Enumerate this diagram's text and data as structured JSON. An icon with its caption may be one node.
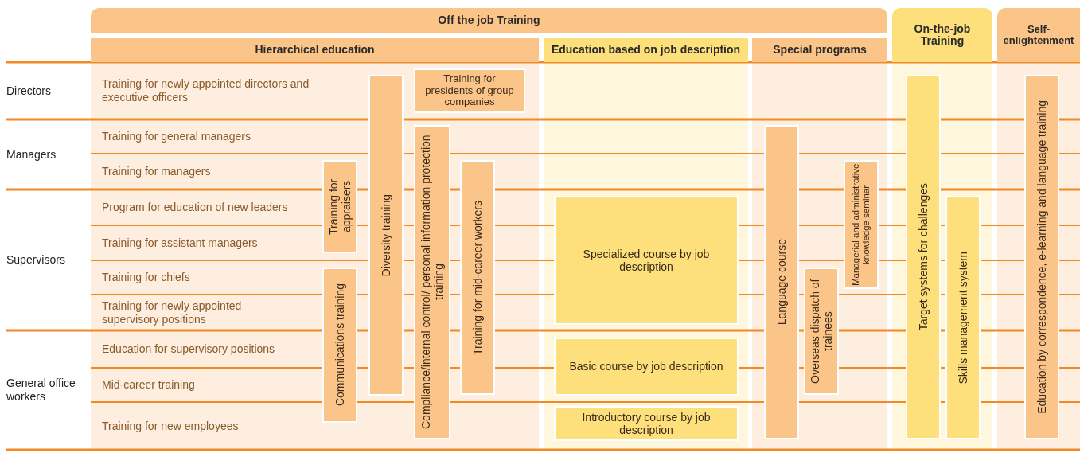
{
  "diagram": {
    "nodes": [
      {
        "text": [
          "Off the job Training"
        ]
      },
      {
        "text": [
          "Hierarchical education"
        ]
      },
      {
        "text": [
          "Education based on job description"
        ]
      },
      {
        "text": [
          "Special programs"
        ]
      },
      {
        "text": [
          "On-the-job Training"
        ]
      },
      {
        "text": [
          "Self-enlightenment"
        ]
      },
      {
        "text": [
          "Training for presidents of group companies"
        ]
      },
      {
        "text": [
          "Diversity training"
        ]
      },
      {
        "text": [
          "Compliance/internal control/ personal information protection training"
        ]
      },
      {
        "text": [
          "Training for mid-career workers"
        ]
      },
      {
        "text": [
          "Training for appraisers"
        ]
      },
      {
        "text": [
          "Communications training"
        ]
      },
      {
        "text": [
          "Specialized course by job description"
        ]
      },
      {
        "text": [
          "Basic course by job description"
        ]
      },
      {
        "text": [
          "Introductory course by job description"
        ]
      },
      {
        "text": [
          "Language course"
        ]
      },
      {
        "text": [
          "Managerial and administrative knowledge seminar"
        ]
      },
      {
        "text": [
          "Overseas dispatch of trainees"
        ]
      },
      {
        "text": [
          "Target systems for challenges"
        ]
      },
      {
        "text": [
          "Skills management system"
        ]
      },
      {
        "text": [
          "Education by correspondence, e-learning and language training"
        ]
      }
    ],
    "labels": [
      "Directors",
      "Training for newly appointed directors and executive officers",
      "Managers",
      "Training for general managers",
      "Training for managers",
      "Supervisors",
      "Program for education of new leaders",
      "Training for assistant managers",
      "Training for chiefs",
      "Training for newly appointed supervisory positions",
      "General office workers",
      "Education for supervisory positions",
      "Mid-career training",
      "Training for new employees"
    ]
  }
}
